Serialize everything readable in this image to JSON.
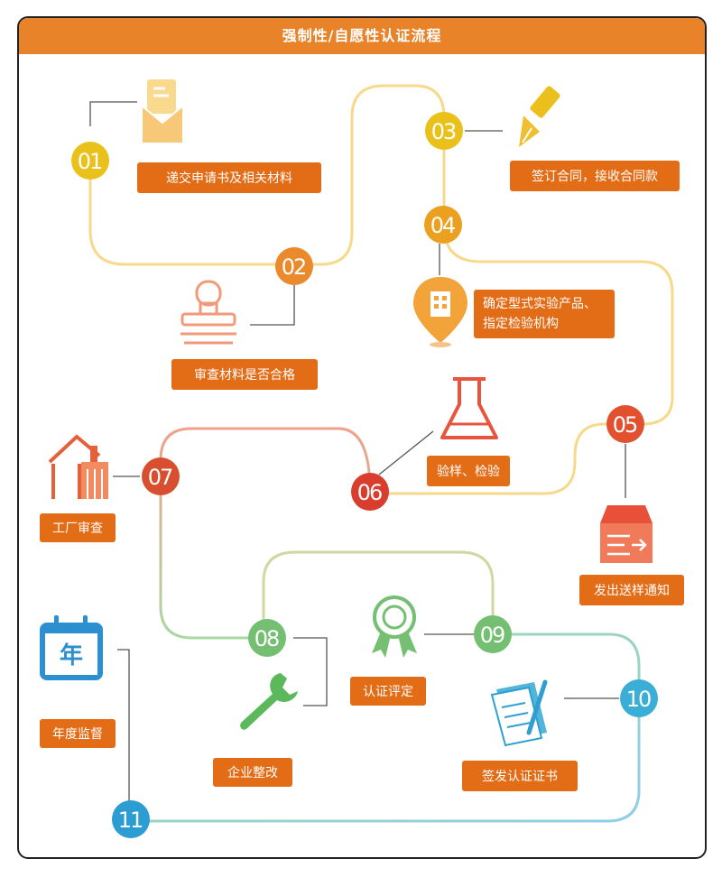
{
  "title": "强制性/自愿性认证流程",
  "colors": {
    "header": "#e8832a",
    "label": "#e36c17",
    "path_yellow": "#f7d98b",
    "path_orange": "#f6b27a",
    "path_red": "#f09a86",
    "path_green": "#a8d7a0",
    "path_blue": "#8ed0e8"
  },
  "steps": [
    {
      "number": "01",
      "label": "递交申请书及相关材料",
      "icon": "document-envelope-icon"
    },
    {
      "number": "02",
      "label": "审查材料是否合格",
      "icon": "stamp-icon"
    },
    {
      "number": "03",
      "label": "签订合同，接收合同款",
      "icon": "pen-nib-icon"
    },
    {
      "number": "04",
      "label": "确定型式实验产品、指定检验机构",
      "icon": "location-building-icon"
    },
    {
      "number": "05",
      "label": "发出送样通知",
      "icon": "box-arrow-icon"
    },
    {
      "number": "06",
      "label": "验样、检验",
      "icon": "flask-icon"
    },
    {
      "number": "07",
      "label": "工厂审查",
      "icon": "factory-house-icon"
    },
    {
      "number": "08",
      "label": "企业整改",
      "icon": "wrench-icon"
    },
    {
      "number": "09",
      "label": "认证评定",
      "icon": "award-ribbon-icon"
    },
    {
      "number": "10",
      "label": "签发认证证书",
      "icon": "certificate-pen-icon"
    },
    {
      "number": "11",
      "label": "年度监督",
      "icon": "calendar-icon",
      "icon_text": "年"
    }
  ]
}
